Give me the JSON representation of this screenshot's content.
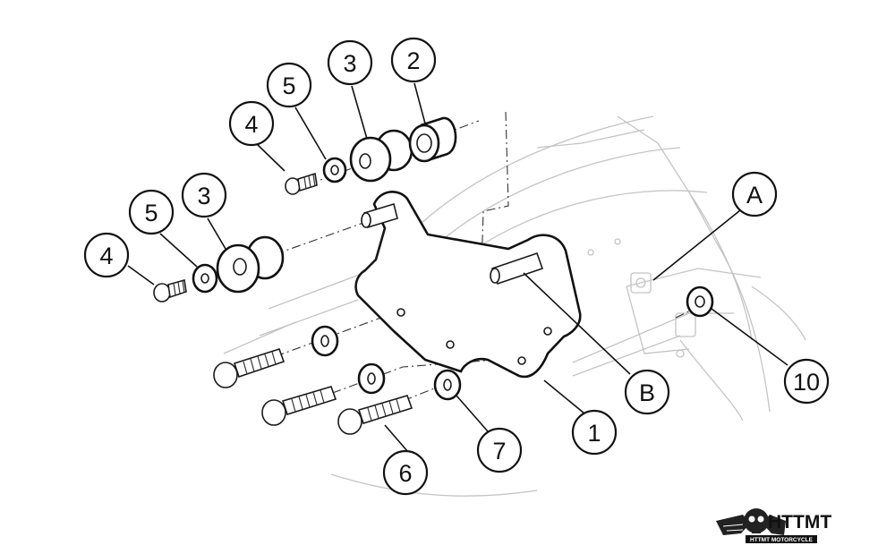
{
  "callouts": {
    "c1": "1",
    "c2": "2",
    "c3a": "3",
    "c3b": "3",
    "c4a": "4",
    "c4b": "4",
    "c5a": "5",
    "c5b": "5",
    "c6": "6",
    "c7": "7",
    "c10": "10",
    "cA": "A",
    "cB": "B"
  },
  "logo": {
    "brand": "HTTMT",
    "tagline": "HTTMT MOTORCYCLE"
  },
  "colors": {
    "line": "#111111",
    "background_art": "#c4c4c4"
  }
}
